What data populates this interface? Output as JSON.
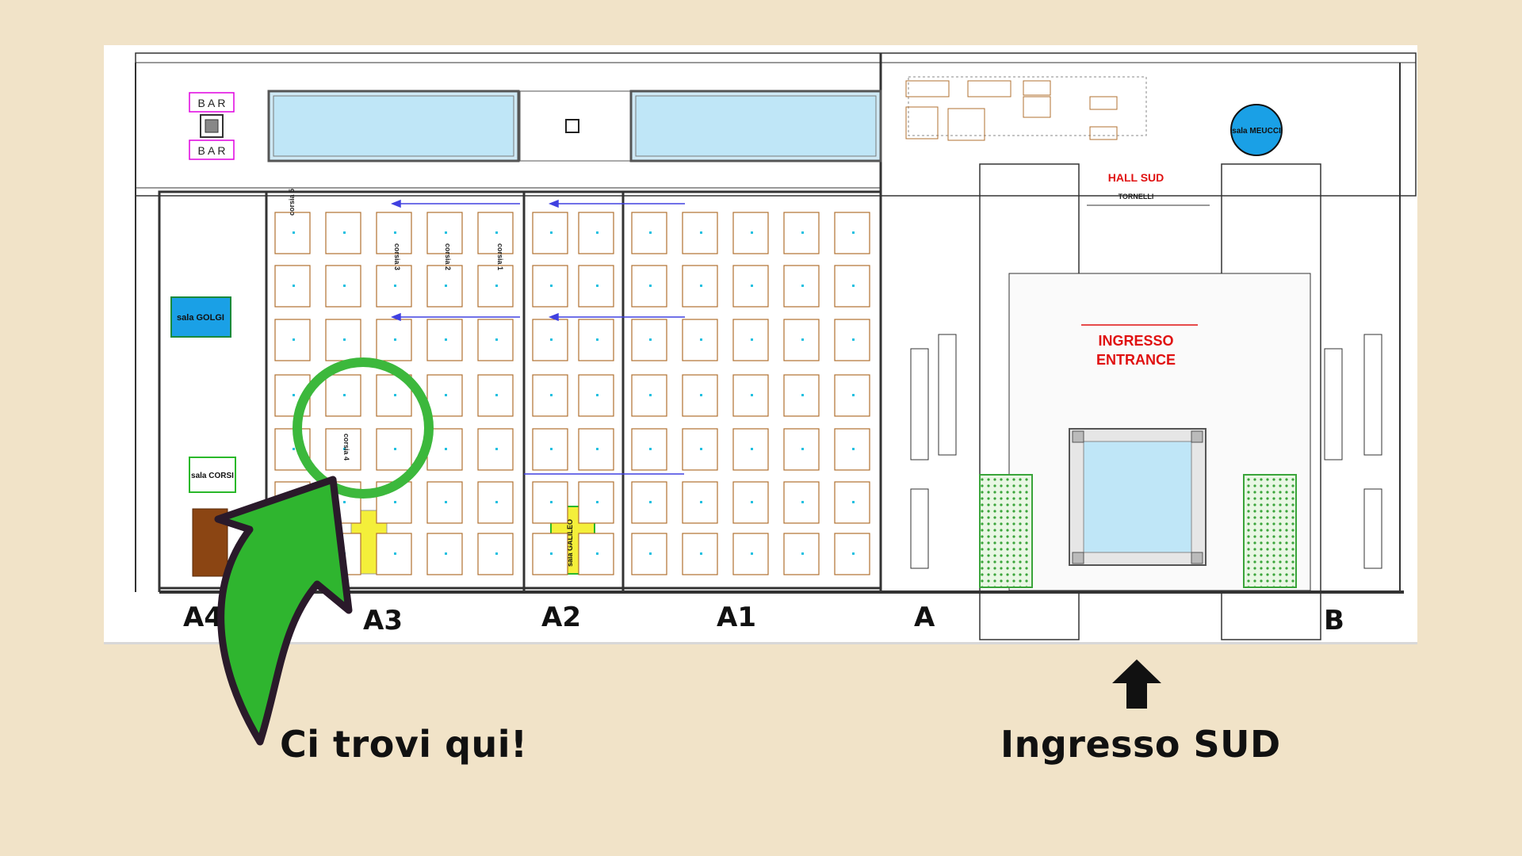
{
  "captions": {
    "here": "Ci trovi qui!",
    "entrance": "Ingresso SUD"
  },
  "halls": {
    "a4": "A4",
    "a3": "A3",
    "a2": "A2",
    "a1": "A1",
    "a": "A",
    "b": "B"
  },
  "rooms": {
    "bar_top": "B A R",
    "bar_bottom": "B A R",
    "golgi": "sala GOLGI",
    "corsi": "sala CORSI",
    "meucci": "sala MEUCCI",
    "galileo": "sala GALILEO",
    "hall_sud": "HALL SUD",
    "tornelli": "TORNELLI",
    "ingresso": "INGRESSO",
    "entrance": "ENTRANCE"
  },
  "aisles": {
    "corsia5": "corsia 5",
    "corsia4": "corsia 4",
    "corsia3": "corsia 3",
    "corsia2": "corsia 2",
    "corsia1": "corsia 1"
  },
  "colors": {
    "background": "#f1e3c8",
    "pointer": "#2fb52f",
    "highlight_ring": "#3cb83c",
    "stand_outline": "#b07030",
    "stand_label": "#e000e0",
    "pool_blue": "#bfe6f7",
    "entrance_red": "#e01010",
    "meucci_blue": "#1aa0e6"
  },
  "icons": {
    "pointer": "curved-arrow-icon",
    "entrance": "up-arrow-icon",
    "here": "ring-marker-icon"
  }
}
